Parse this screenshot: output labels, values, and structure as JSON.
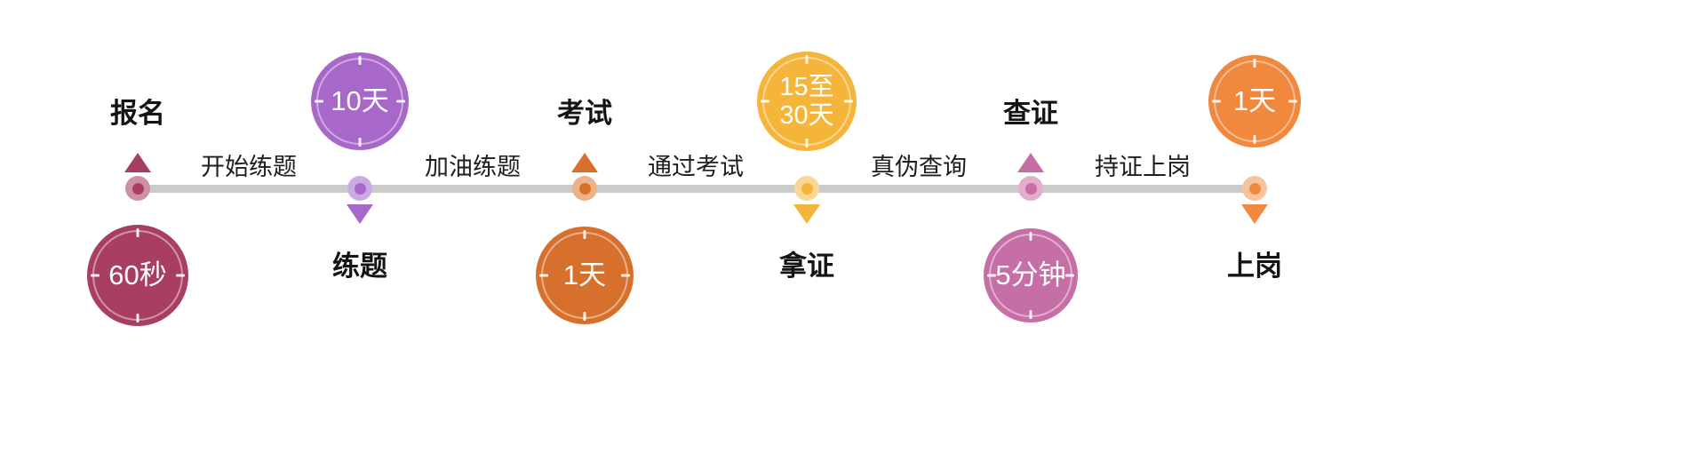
{
  "timeline": {
    "bar_color": "#CBCBCB",
    "nodes": [
      {
        "label": "报名",
        "badge": {
          "line1": "60秒"
        },
        "color": "#A93E63",
        "color_light": "#CE8FA9",
        "layout": "label-top"
      },
      {
        "label": "练题",
        "badge": {
          "line1": "10天"
        },
        "color": "#A768C9",
        "color_light": "#CDA9E4",
        "layout": "badge-top"
      },
      {
        "label": "考试",
        "badge": {
          "line1": "1天"
        },
        "color": "#D8702D",
        "color_light": "#ECB289",
        "layout": "label-top"
      },
      {
        "label": "拿证",
        "badge": {
          "line1": "15至",
          "line2": "30天"
        },
        "color": "#F5B53B",
        "color_light": "#FAD794",
        "layout": "badge-top"
      },
      {
        "label": "查证",
        "badge": {
          "line1": "5分钟"
        },
        "color": "#C66FA6",
        "color_light": "#E3AECB",
        "layout": "label-top"
      },
      {
        "label": "上岗",
        "badge": {
          "line1": "1天"
        },
        "color": "#F0883E",
        "color_light": "#F8C49C",
        "layout": "badge-top"
      }
    ],
    "connectors": [
      "开始练题",
      "加油练题",
      "通过考试",
      "真伪查询",
      "持证上岗"
    ]
  }
}
